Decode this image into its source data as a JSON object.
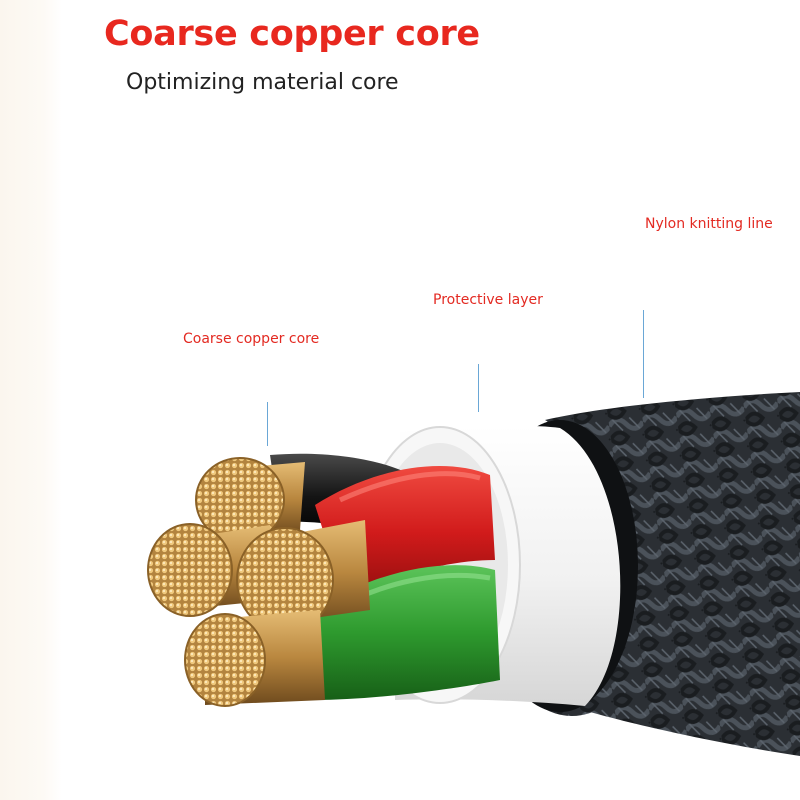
{
  "header": {
    "title": "Coarse copper core",
    "subtitle": "Optimizing material core"
  },
  "callouts": {
    "nylon": "Nylon knitting line",
    "protective": "Protective layer",
    "copper": "Coarse copper core"
  },
  "colors": {
    "title": "#e8281f",
    "callout": "#e32a22",
    "leader": "#6aa7d6",
    "braid": "#2b2f34",
    "sheath": "#f2f2f2",
    "red_wire": "#d81c1c",
    "green_wire": "#2e9a2e",
    "black_wire": "#121212",
    "copper": "#c99a52"
  }
}
